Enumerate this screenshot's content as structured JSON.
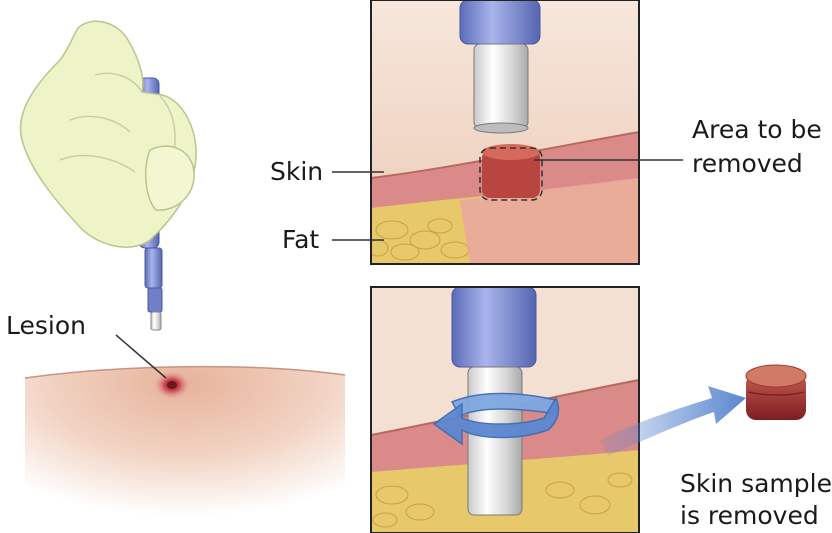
{
  "labels": {
    "lesion": "Lesion",
    "skin": "Skin",
    "fat": "Fat",
    "area_line1": "Area to be",
    "area_line2": "removed",
    "sample_line1": "Skin sample",
    "sample_line2": "is removed"
  },
  "colors": {
    "glove": "#eef4c8",
    "glove_outline": "#b9c48f",
    "punch_blue": "#7f8fd4",
    "punch_blue_dark": "#5463aa",
    "skin_surface": "#e9b9a0",
    "dermis": "#dc8f8e",
    "fat": "#e7c86a",
    "lesion_red": "#b8323a",
    "arrow_blue": "#5b87d0",
    "panel_border": "#222222"
  }
}
